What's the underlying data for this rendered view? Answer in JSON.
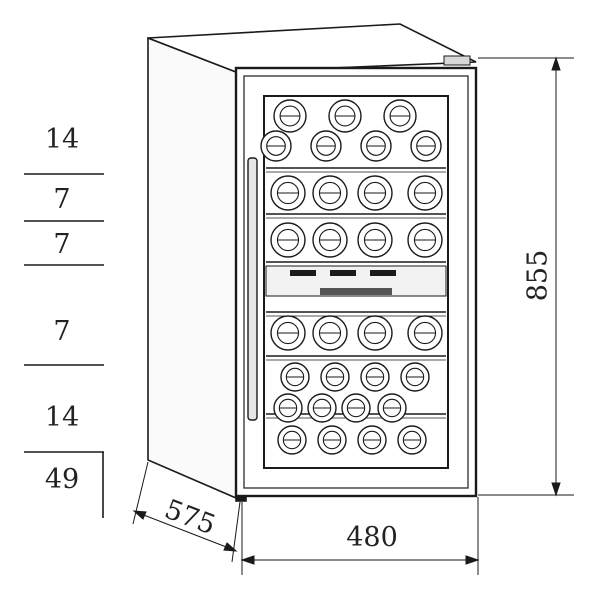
{
  "bottle_counts": {
    "rows": [
      "14",
      "7",
      "7",
      "7",
      "14"
    ],
    "total": "49"
  },
  "dimensions": {
    "height": "855",
    "width": "480",
    "depth": "575"
  },
  "colors": {
    "line": "#1a1a1a",
    "background": "#ffffff"
  }
}
